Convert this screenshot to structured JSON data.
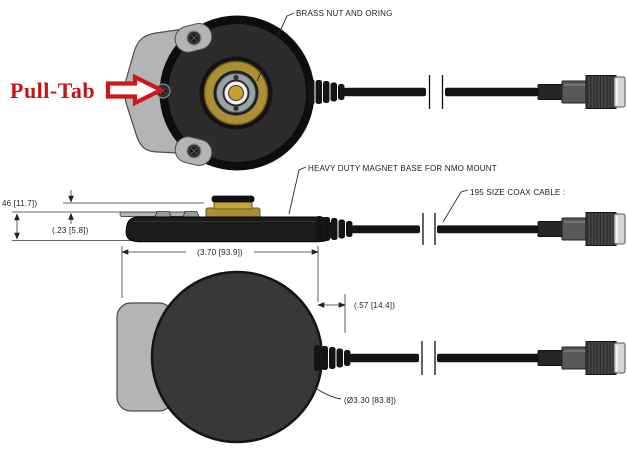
{
  "callouts": {
    "pull_tab": "Pull-Tab",
    "brass_nut_oring": "BRASS NUT AND ORING",
    "magnet_base": "HEAVY DUTY MAGNET BASE FOR NMO MOUNT",
    "coax_cable": "195 SIZE COAX CABLE :"
  },
  "dimensions": {
    "mount_height": "46 [11.7])",
    "tab_offset": "(.23 [5.8])",
    "overall_width": "(3.70 [93.9])",
    "strain_relief_length": "(.57 [14.4])",
    "base_diameter": "(Ø3.30 [83.8])"
  },
  "colors": {
    "annotation_red": "#c41414",
    "brass": "#b3983c",
    "body_dark": "#262626",
    "tab_gray": "#b4b4b4",
    "line": "#222222"
  }
}
